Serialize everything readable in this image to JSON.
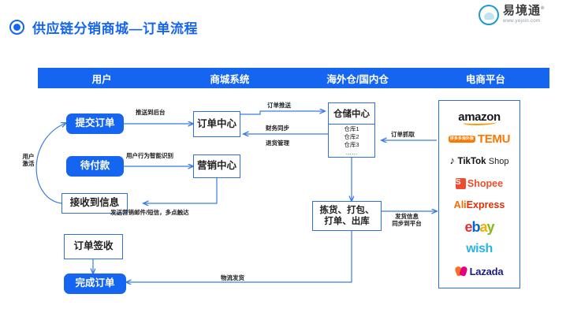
{
  "header": {
    "title": "供应链分销商城—订单流程",
    "bullet_icon": "ring-bullet-icon",
    "brand_name": "易境通",
    "brand_reg": "®",
    "brand_url": "www.yejoin.com",
    "brand_icon": "cloud-circle-logo"
  },
  "columns": [
    {
      "label": "用户"
    },
    {
      "label": "商城系统"
    },
    {
      "label": "海外仓/国内仓"
    },
    {
      "label": "电商平台"
    }
  ],
  "nodes": {
    "submit_order": "提交订单",
    "pending_payment": "待付款",
    "receive_info": "接收到信息",
    "order_signed": "订单签收",
    "complete_order": "完成订单",
    "order_center": "订单中心",
    "marketing_center": "营销中心",
    "warehouse_title": "仓储中心",
    "warehouse_items": [
      "仓库1",
      "仓库2",
      "仓库3",
      "……"
    ],
    "pick_pack": "拣货、打包、打单、出库"
  },
  "edge_labels": {
    "user_activate": "用户\n激活",
    "push_backend": "推送到后台",
    "behavior_recognition": "用户行为智能识别",
    "send_marketing": "发送营销邮件/短信，多点触达",
    "order_push": "订单推送",
    "finance_sync": "财务同步",
    "return_manage": "退货管理",
    "order_fetch": "订单抓取",
    "ship_sync": "发货信息\n同步到平台",
    "logistics_ship": "物流发货"
  },
  "platforms": [
    {
      "name": "amazon",
      "icon": "amazon-logo"
    },
    {
      "name": "TEMU",
      "icon": "temu-logo",
      "badge": "拼多多海外版"
    },
    {
      "name": "TikTok Shop",
      "icon": "tiktok-shop-logo",
      "word1": "TikTok",
      "word2": "Shop"
    },
    {
      "name": "Shopee",
      "icon": "shopee-logo",
      "badge": "S"
    },
    {
      "name": "AliExpress",
      "icon": "aliexpress-logo",
      "word1": "Ali",
      "word2": "Express"
    },
    {
      "name": "ebay",
      "icon": "ebay-logo"
    },
    {
      "name": "wish",
      "icon": "wish-logo"
    },
    {
      "name": "Lazada",
      "icon": "lazada-logo"
    }
  ],
  "colors": {
    "brand_blue": "#1565f0",
    "wire_blue": "#3b7ce0",
    "amazon_orange": "#ff9900",
    "temu_orange": "#fb7701",
    "shopee_red": "#ee4d2d",
    "wish_blue": "#2ab3e6",
    "lazada_navy": "#1a1a8c"
  }
}
